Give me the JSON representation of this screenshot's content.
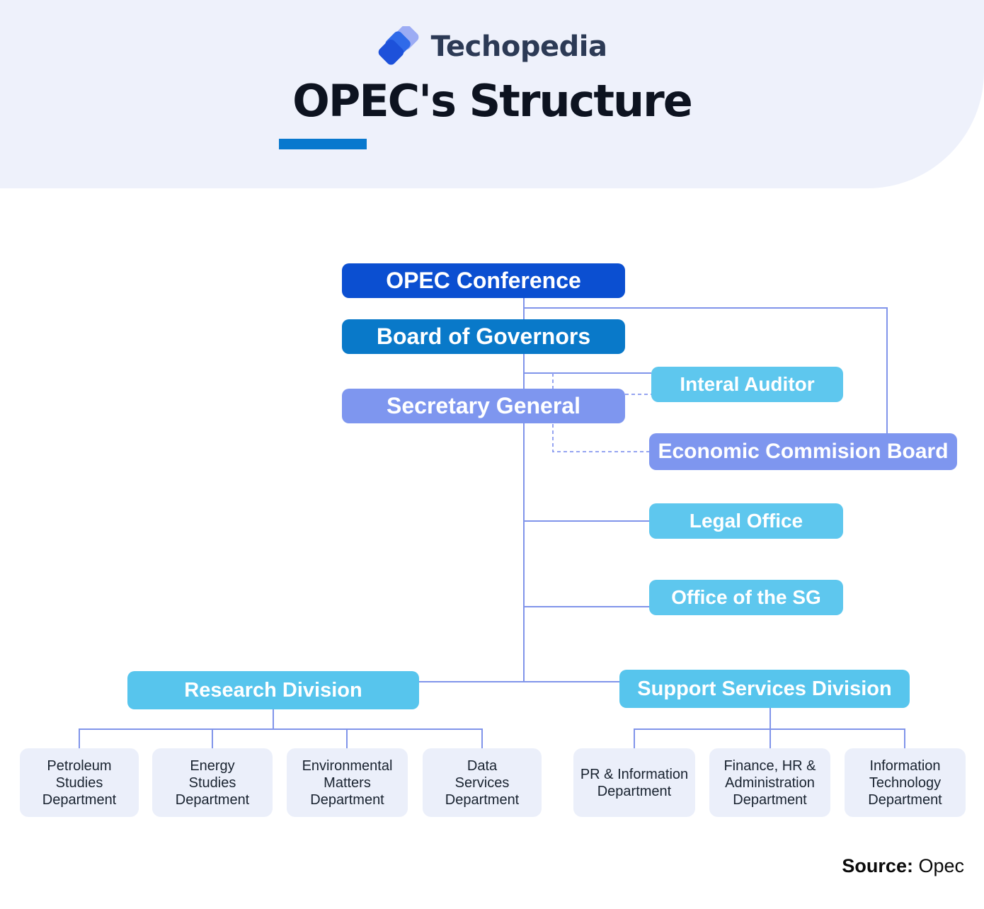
{
  "brand": {
    "name": "Techopedia",
    "logo_icon": "techopedia-logo-icon"
  },
  "title": "OPEC's Structure",
  "org": {
    "conference": "OPEC Conference",
    "board": "Board of Governors",
    "secretary": "Secretary General",
    "auditor": "Interal Auditor",
    "economic": "Economic Commision Board",
    "legal": "Legal Office",
    "office_sg": "Office of the SG",
    "research": "Research Division",
    "support": "Support Services Division",
    "research_departments": [
      "Petroleum\nStudies\nDepartment",
      "Energy\nStudies\nDepartment",
      "Environmental\nMatters\nDepartment",
      "Data\nServices\nDepartment"
    ],
    "support_departments": [
      "PR & Information\nDepartment",
      "Finance, HR &\nAdministration\nDepartment",
      "Information\nTechnology\nDepartment"
    ]
  },
  "source": {
    "label": "Source:",
    "value": " Opec"
  },
  "colors": {
    "header_bg": "#eef1fb",
    "conference_blue": "#0b4fd1",
    "board_azure": "#0979c9",
    "periwinkle": "#7e96ef",
    "sky_cyan": "#5ec7ee",
    "division_cyan": "#57c5ed",
    "department_bg": "#ebeffa",
    "connector_line": "#8094ea",
    "title_underline": "#0878ce",
    "title_text": "#0d1320"
  }
}
